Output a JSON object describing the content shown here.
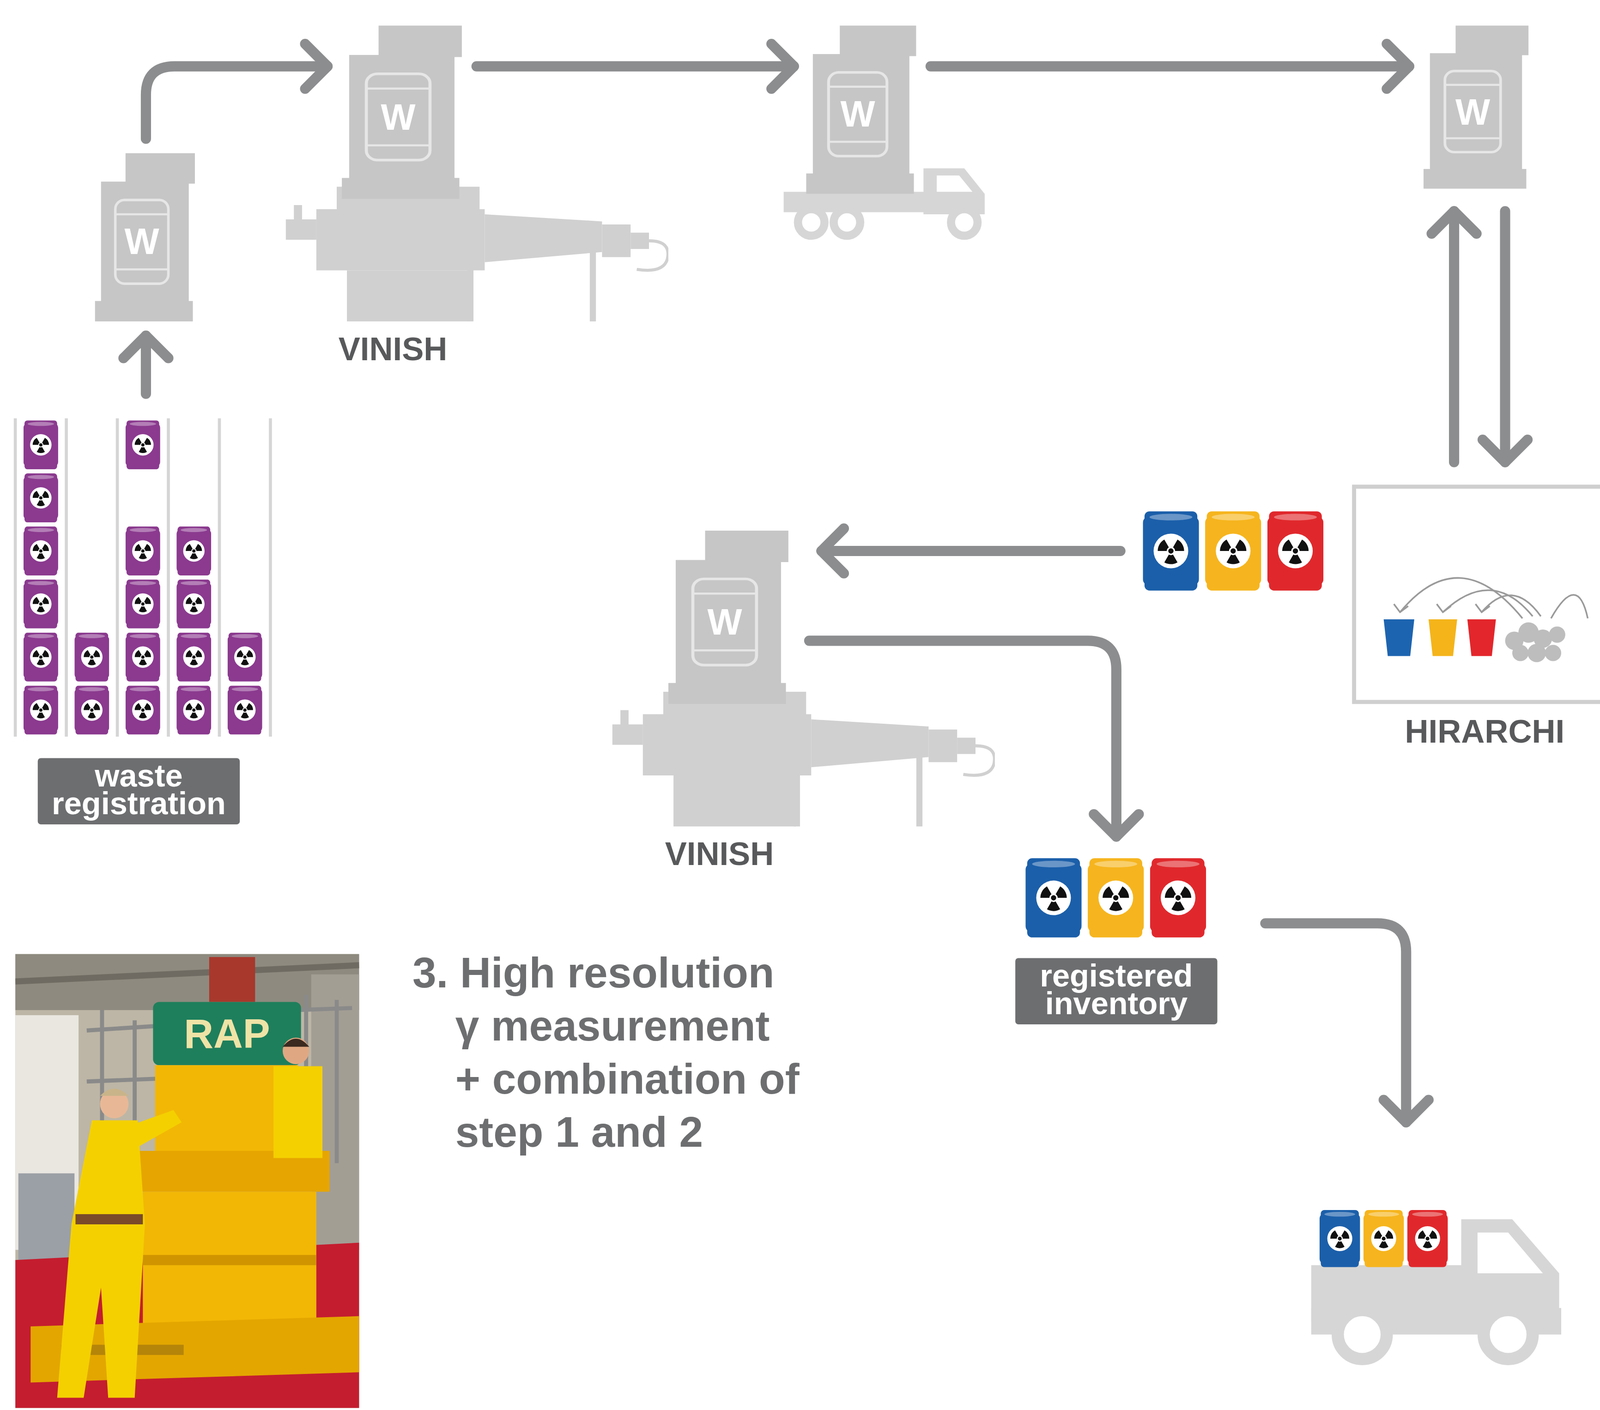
{
  "diagram": {
    "nodes": [
      {
        "text": [
          "waste registration"
        ]
      },
      {
        "text": [
          "W"
        ]
      },
      {
        "text": [
          "VINISH"
        ]
      },
      {
        "text": [
          "W"
        ],
        "in": 2
      },
      {
        "text": [
          "W"
        ]
      },
      {
        "text": [
          "W"
        ]
      },
      {
        "text": [
          "HIRARCHI"
        ]
      },
      {
        "text": [
          "VINISH"
        ]
      },
      {
        "text": [
          "W"
        ],
        "in": 7
      },
      {
        "text": [
          "registered inventory"
        ]
      }
    ],
    "edges": [
      {
        "from": 0,
        "to": 1,
        "arrow": "to"
      },
      {
        "from": 1,
        "to": 3,
        "arrow": "to"
      },
      {
        "from": 3,
        "to": 4,
        "arrow": "to"
      },
      {
        "from": 4,
        "to": 5,
        "arrow": "to"
      },
      {
        "from": 5,
        "to": 6,
        "arrow": "to"
      },
      {
        "from": 6,
        "to": 5,
        "arrow": "to"
      },
      {
        "from": 8,
        "to": 9,
        "arrow": "to"
      }
    ],
    "labels": [
      "3. High resolution γ measurement + combination of step 1 and 2",
      "RAP"
    ]
  }
}
